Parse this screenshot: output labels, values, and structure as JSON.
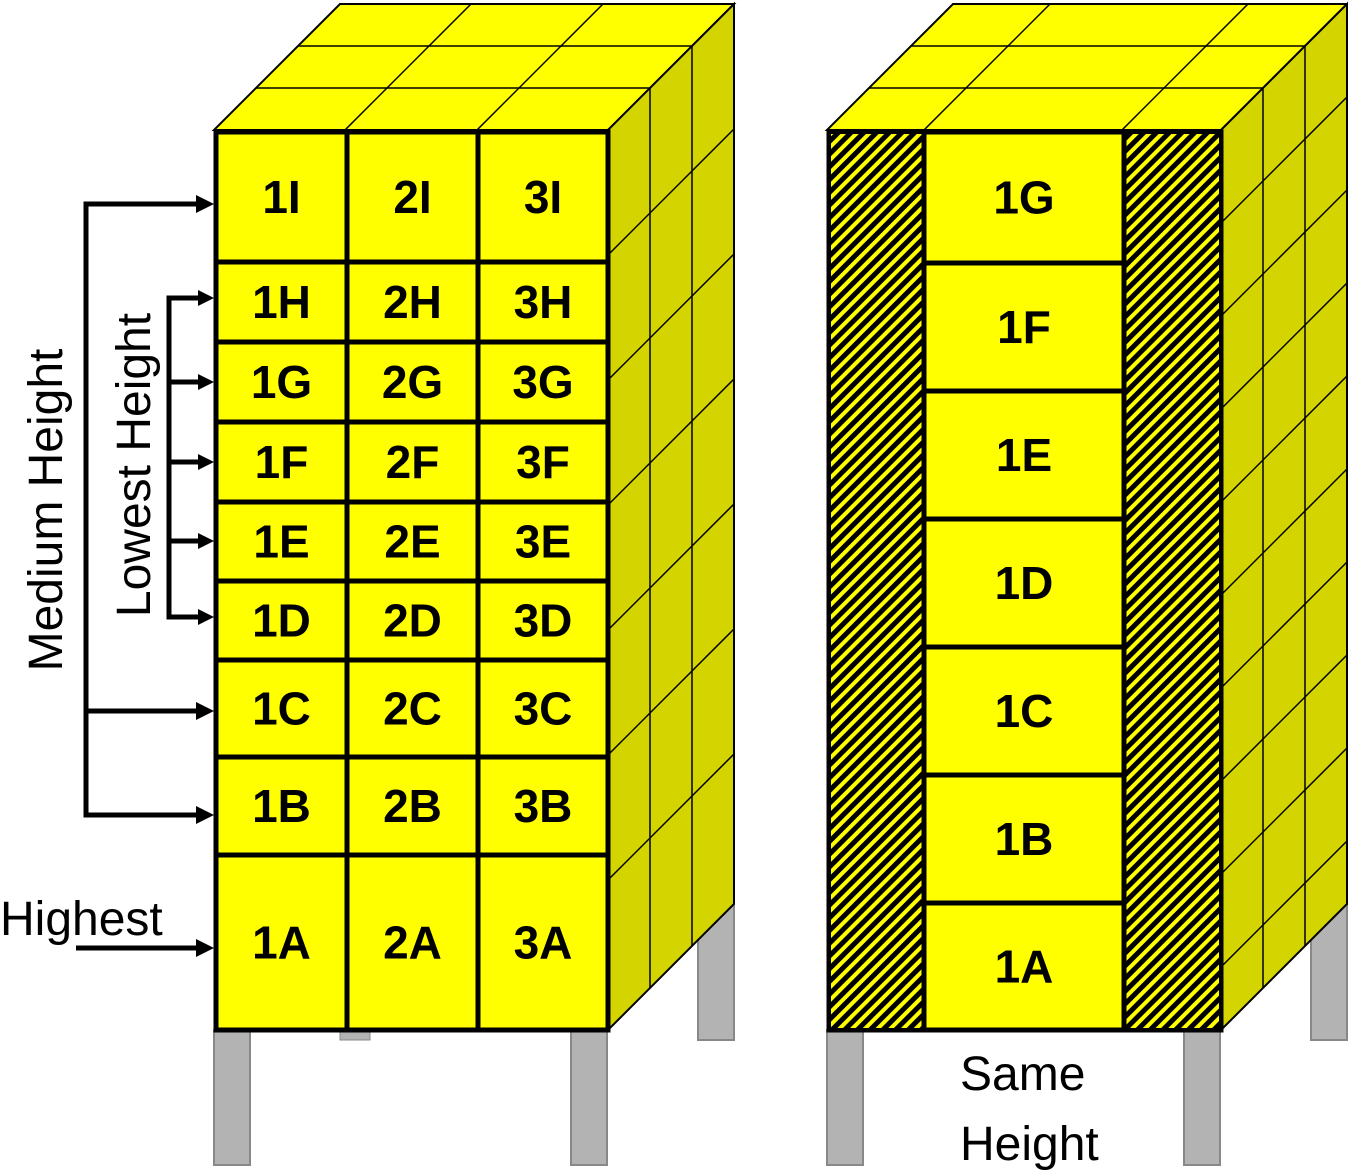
{
  "colors": {
    "cell_fill": "#ffff00",
    "side_fill": "#d4d400",
    "outline": "#000000",
    "leg_fill": "#b3b3b3",
    "arrow": "#000000",
    "background": "#ffffff"
  },
  "left_building": {
    "rows": [
      {
        "cells": [
          "1I",
          "2I",
          "3I"
        ]
      },
      {
        "cells": [
          "1H",
          "2H",
          "3H"
        ]
      },
      {
        "cells": [
          "1G",
          "2G",
          "3G"
        ]
      },
      {
        "cells": [
          "1F",
          "2F",
          "3F"
        ]
      },
      {
        "cells": [
          "1E",
          "2E",
          "3E"
        ]
      },
      {
        "cells": [
          "1D",
          "2D",
          "3D"
        ]
      },
      {
        "cells": [
          "1C",
          "2C",
          "3C"
        ]
      },
      {
        "cells": [
          "1B",
          "2B",
          "3B"
        ]
      },
      {
        "cells": [
          "1A",
          "2A",
          "3A"
        ]
      }
    ],
    "labels": {
      "medium": "Medium Height",
      "lowest": "Lowest Height",
      "highest": "Highest"
    }
  },
  "right_building": {
    "cells": [
      "1G",
      "1F",
      "1E",
      "1D",
      "1C",
      "1B",
      "1A"
    ],
    "labels": {
      "same_line1": "Same",
      "same_line2": "Height"
    }
  }
}
